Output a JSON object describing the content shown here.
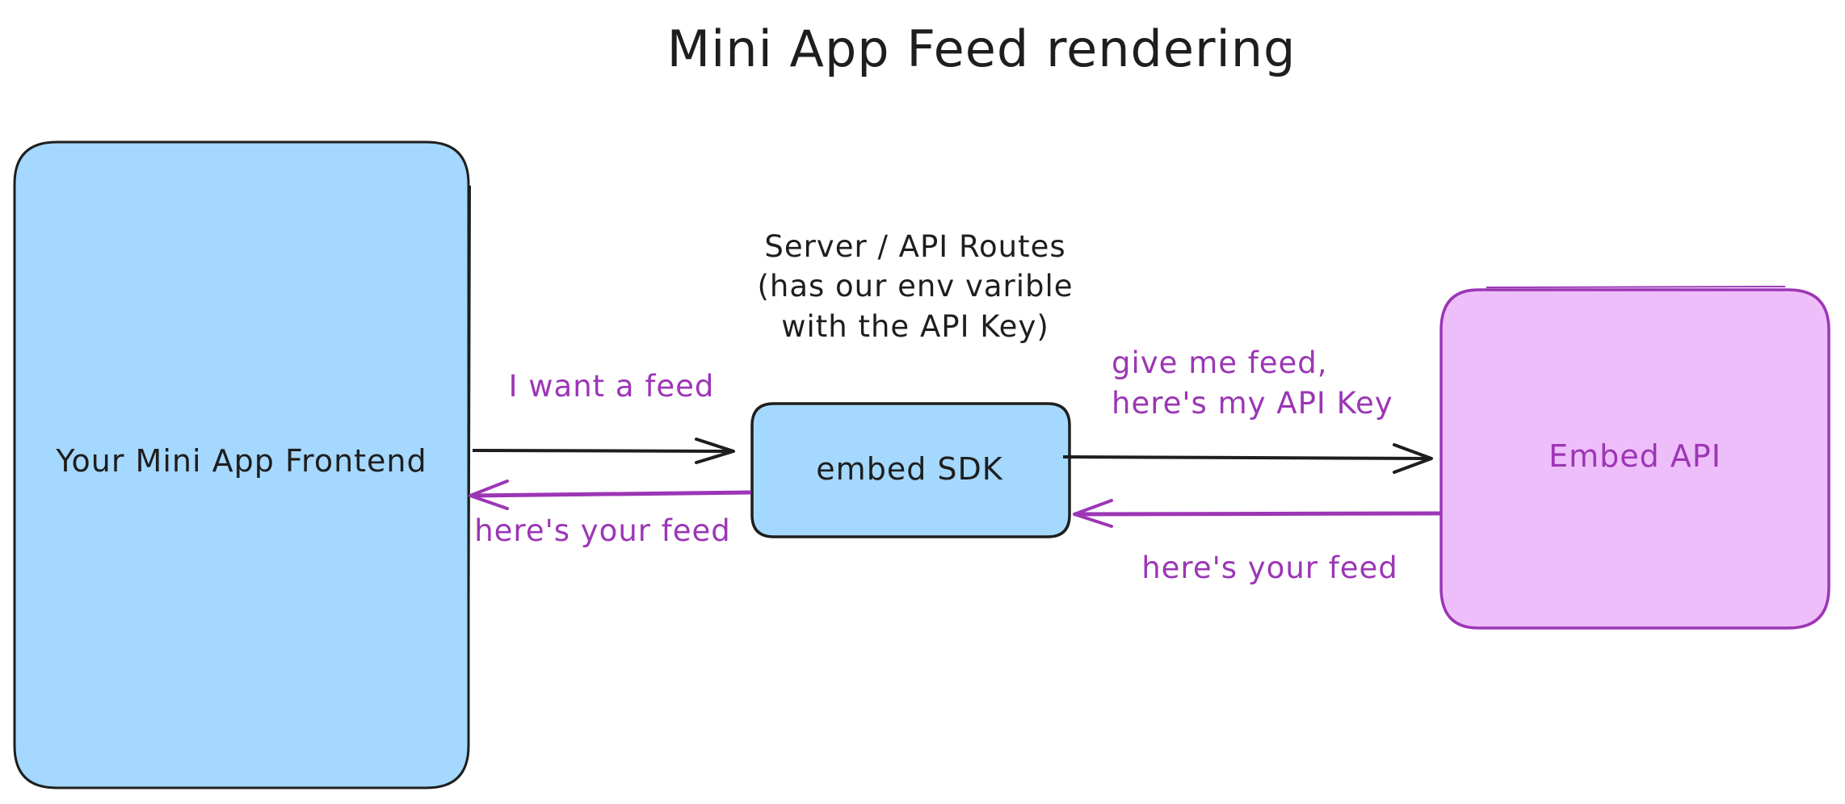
{
  "title": "Mini App Feed rendering",
  "nodes": {
    "frontend": {
      "label": "Your Mini App Frontend"
    },
    "sdk": {
      "label": "embed SDK"
    },
    "api": {
      "label": "Embed API"
    }
  },
  "server_note": {
    "line1": "Server / API Routes",
    "line2": "(has our env varible",
    "line3": "with the API Key)"
  },
  "edges": {
    "request_feed": {
      "label": "I want a feed"
    },
    "return_feed_frontend": {
      "label": "here's your feed"
    },
    "request_api": {
      "line1": "give me feed,",
      "line2": "here's my API Key"
    },
    "return_feed_sdk": {
      "label": "here's your feed"
    }
  },
  "colors": {
    "blue_fill": "#a5d8ff",
    "purple_fill": "#eebefa",
    "purple": "#9c36b5",
    "ink": "#1e1e1e"
  }
}
